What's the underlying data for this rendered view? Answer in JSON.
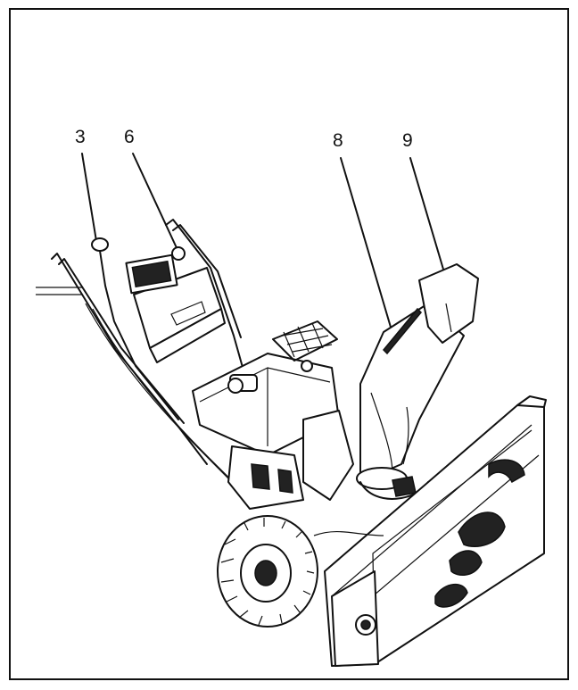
{
  "callouts": [
    {
      "id": "3",
      "label": "3"
    },
    {
      "id": "6",
      "label": "6"
    },
    {
      "id": "8",
      "label": "8"
    },
    {
      "id": "9",
      "label": "9"
    }
  ],
  "colors": {
    "ink": "#111111",
    "paper": "#ffffff"
  }
}
